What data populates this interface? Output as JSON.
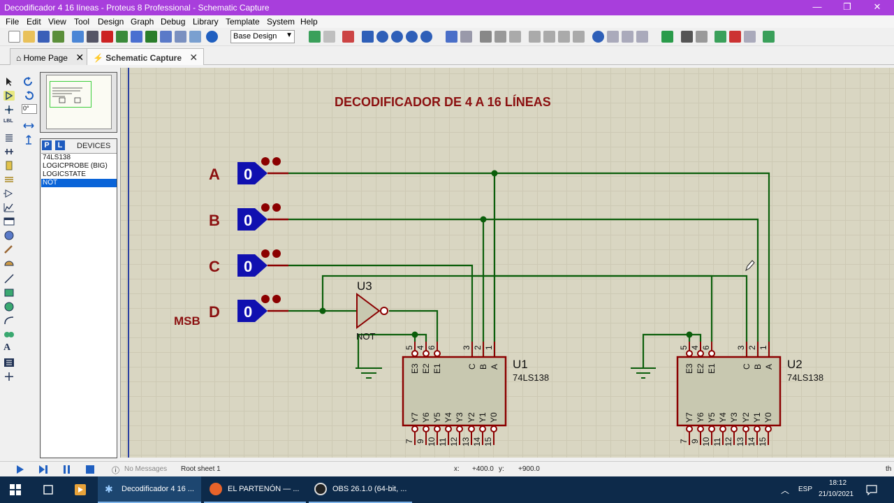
{
  "window": {
    "title": "Decodificador 4 16 líneas - Proteus 8 Professional - Schematic Capture",
    "minimize": "—",
    "maximize": "❐",
    "close": "✕"
  },
  "menu": [
    "File",
    "Edit",
    "View",
    "Tool",
    "Design",
    "Graph",
    "Debug",
    "Library",
    "Template",
    "System",
    "Help"
  ],
  "toolbar": {
    "design_select": "Base Design"
  },
  "tabs": [
    {
      "label": "Home Page",
      "close": "✕"
    },
    {
      "label": "Schematic Capture",
      "close": "✕"
    }
  ],
  "rotation": {
    "angle": "0°"
  },
  "devices": {
    "p_label": "P",
    "l_label": "L",
    "header": "DEVICES",
    "items": [
      "74LS138",
      "LOGICPROBE (BIG)",
      "LOGICSTATE",
      "NOT"
    ],
    "selected_index": 3
  },
  "schematic": {
    "title": "DECODIFICADOR DE 4 A 16 LÍNEAS",
    "inputs": [
      {
        "label": "A",
        "state": "0"
      },
      {
        "label": "B",
        "state": "0"
      },
      {
        "label": "C",
        "state": "0"
      },
      {
        "label": "D",
        "state": "0"
      }
    ],
    "msb_label": "MSB",
    "not_gate": {
      "ref": "U3",
      "type": "NOT"
    },
    "decoders": [
      {
        "ref": "U1",
        "part": "74LS138"
      },
      {
        "ref": "U2",
        "part": "74LS138"
      }
    ],
    "input_pins": [
      {
        "num": "5",
        "name": "E3"
      },
      {
        "num": "4",
        "name": "E2"
      },
      {
        "num": "6",
        "name": "E1"
      },
      {
        "num": "3",
        "name": "C"
      },
      {
        "num": "2",
        "name": "B"
      },
      {
        "num": "1",
        "name": "A"
      }
    ],
    "output_pins": [
      {
        "num": "7",
        "name": "Y7"
      },
      {
        "num": "9",
        "name": "Y6"
      },
      {
        "num": "10",
        "name": "Y5"
      },
      {
        "num": "11",
        "name": "Y4"
      },
      {
        "num": "12",
        "name": "Y3"
      },
      {
        "num": "13",
        "name": "Y2"
      },
      {
        "num": "14",
        "name": "Y1"
      },
      {
        "num": "15",
        "name": "Y0"
      }
    ],
    "colors": {
      "wire": "#0b5e0b",
      "component": "#8b0000",
      "body": "#c8c8b0",
      "logicstate": "#1010b0",
      "title": "#8b1010"
    }
  },
  "status": {
    "messages": "No Messages",
    "sheet": "Root sheet 1",
    "x_label": "x:",
    "x_value": "+400.0",
    "y_label": "y:",
    "y_value": "+900.0",
    "units": "th"
  },
  "taskbar": {
    "items": [
      "Decodificador 4 16 ...",
      "EL PARTENÓN — ...",
      "OBS 26.1.0 (64-bit, ..."
    ],
    "language": "ESP",
    "time": "18:12",
    "date": "21/10/2021"
  }
}
